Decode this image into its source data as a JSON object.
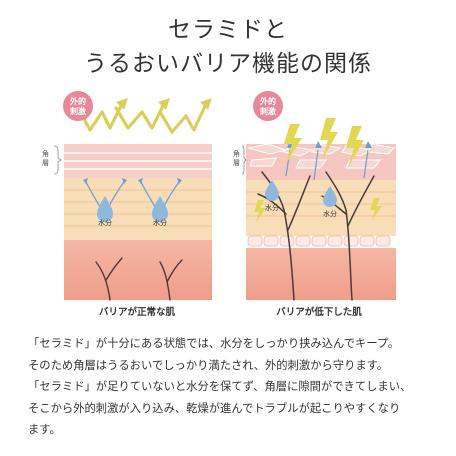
{
  "title": {
    "line1": "セラミドと",
    "line2": "うるおいバリア機能の関係"
  },
  "diagram": {
    "stimulus_label_line1": "外的",
    "stimulus_label_line2": "刺激",
    "stratum_label_line1": "角",
    "stratum_label_line2": "層",
    "moisture_label": "水分",
    "caption_normal": "バリアが正常な肌",
    "caption_damaged": "バリアが低下した肌",
    "colors": {
      "stimulus_arrow": "#d9cf5a",
      "badge": "#e8879a",
      "moisture_drop": "#8fb8de",
      "skin_top": "#f6c8c4",
      "skin_mid": "#f7dcb8",
      "dermis": "#f2a996",
      "nerve": "#4a3b3b"
    }
  },
  "body": {
    "lines": [
      "「セラミド」が十分にある状態では、水分をしっかり挟み込んでキープ。",
      "そのため角層はうるおいでしっかり満たされ、外的刺激から守ります。",
      "「セラミド」が足りていないと水分を保てず、角層に隙間ができてしまい、",
      "そこから外的刺激が入り込み、乾燥が進んでトラブルが起こりやすくなり",
      "ます。"
    ]
  }
}
